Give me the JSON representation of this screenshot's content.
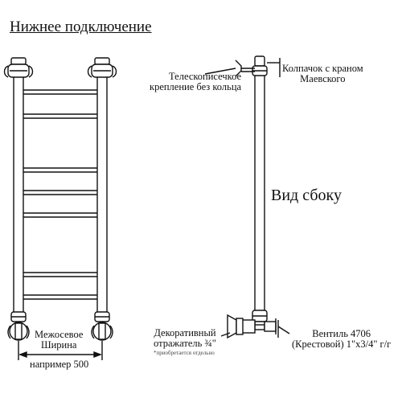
{
  "title": "Нижнее подключение",
  "side_view_label": "Вид сбоку",
  "labels": {
    "telescopic_line1": "Телескописечкое",
    "telescopic_line2": "крепление без кольца",
    "cap_line1": "Колпачок с краном",
    "cap_line2": "Маевского",
    "decorative_line1": "Декоративный",
    "decorative_line2": "отражатель ¾\"",
    "decorative_note": "*приобретается отдельно",
    "valve_line1": "Вентиль 4706",
    "valve_line2": "(Крестовой) 1\"х3/4\" г/г",
    "axis_line1": "Межосевое",
    "axis_line2": "Ширина",
    "example": "например 500"
  },
  "colors": {
    "stroke": "#111111",
    "background": "#ffffff"
  },
  "icons": [
    "dimension-arrow-icon"
  ]
}
